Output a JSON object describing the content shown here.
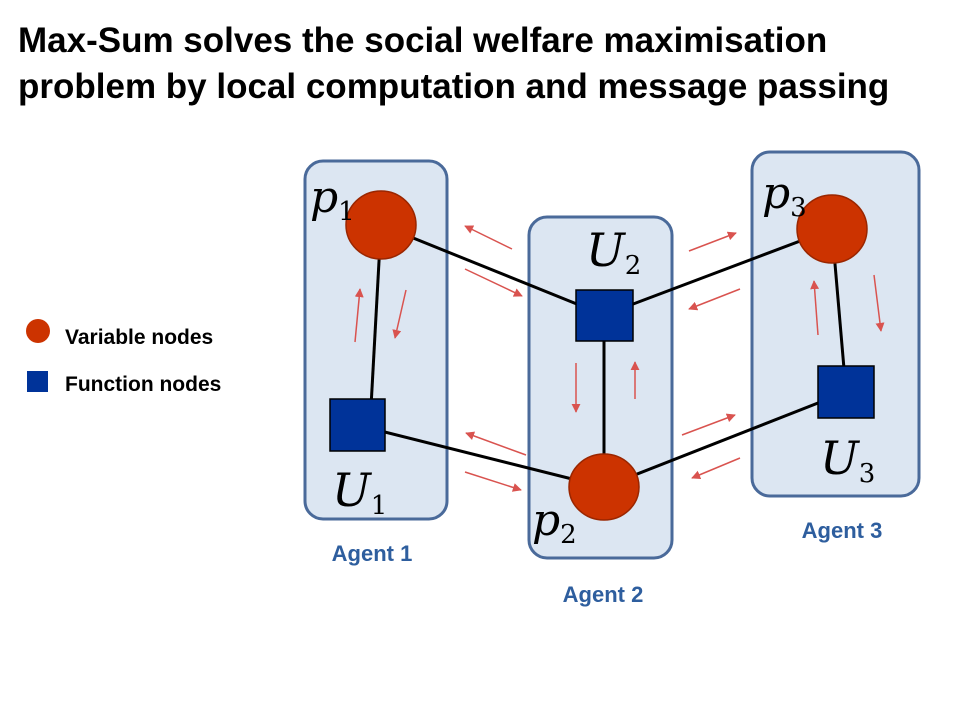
{
  "title": {
    "line1": "Max-Sum solves the social welfare maximisation",
    "line2": "problem by local computation and message passing"
  },
  "legend": {
    "variable_label": "Variable nodes",
    "function_label": "Function nodes"
  },
  "agents": [
    {
      "label": "Agent 1"
    },
    {
      "label": "Agent 2"
    },
    {
      "label": "Agent 3"
    }
  ],
  "variables": [
    {
      "symbol": "p",
      "index": "1"
    },
    {
      "symbol": "p",
      "index": "2"
    },
    {
      "symbol": "p",
      "index": "3"
    }
  ],
  "functions": [
    {
      "symbol": "U",
      "index": "1"
    },
    {
      "symbol": "U",
      "index": "2"
    },
    {
      "symbol": "U",
      "index": "3"
    }
  ],
  "colors": {
    "variable_node": "#cc3300",
    "function_node": "#003399",
    "agent_fill": "#dce6f2",
    "agent_border": "#4a6a9a",
    "agent_label": "#2e5e9e",
    "edge": "#000000",
    "message_arrow": "#d9534f"
  }
}
